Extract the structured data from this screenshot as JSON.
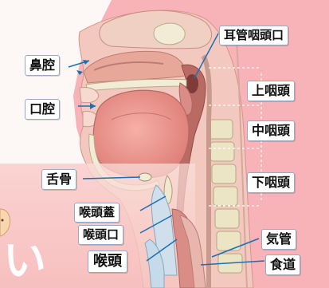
{
  "labels": {
    "nasal_cavity": "鼻腔",
    "oral_cavity": "口腔",
    "hyoid": "舌骨",
    "epiglottis": "喉頭蓋",
    "laryngeal_inlet": "喉頭口",
    "larynx": "喉頭",
    "eustachian_opening": "耳管咽頭口",
    "nasopharynx": "上咽頭",
    "oropharynx": "中咽頭",
    "hypopharynx": "下咽頭",
    "trachea": "気管",
    "esophagus": "食道"
  },
  "stray_text": "い",
  "colors": {
    "background": "#f7b3b8",
    "overlay_band": "#f9d3d0",
    "white_panel": "#fdf7f4",
    "tissue": "#e7a89a",
    "tongue": "#e98b84",
    "pointer_blue": "#1b6fb5",
    "vertebra": "#e8e4c8",
    "dashed": "#f0f0f0"
  }
}
